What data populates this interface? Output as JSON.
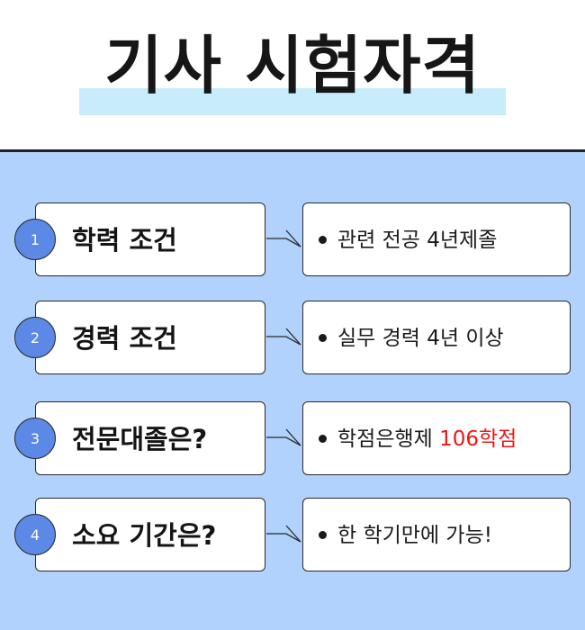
{
  "title": "기사 시험자격",
  "colors": {
    "panel_background": "#b0d2fd",
    "title_highlight": "#c9ecfb",
    "number_circle": "#5c89e6",
    "emphasis_text": "#f01515"
  },
  "rows": [
    {
      "number": "1",
      "label": "학력 조건",
      "value": "관련 전공 4년제졸",
      "value_highlight": ""
    },
    {
      "number": "2",
      "label": "경력 조건",
      "value": "실무 경력 4년 이상",
      "value_highlight": ""
    },
    {
      "number": "3",
      "label": "전문대졸은?",
      "value": "학점은행제 ",
      "value_highlight": "106학점"
    },
    {
      "number": "4",
      "label": "소요 기간은?",
      "value": "한 학기만에 가능!",
      "value_highlight": ""
    }
  ]
}
